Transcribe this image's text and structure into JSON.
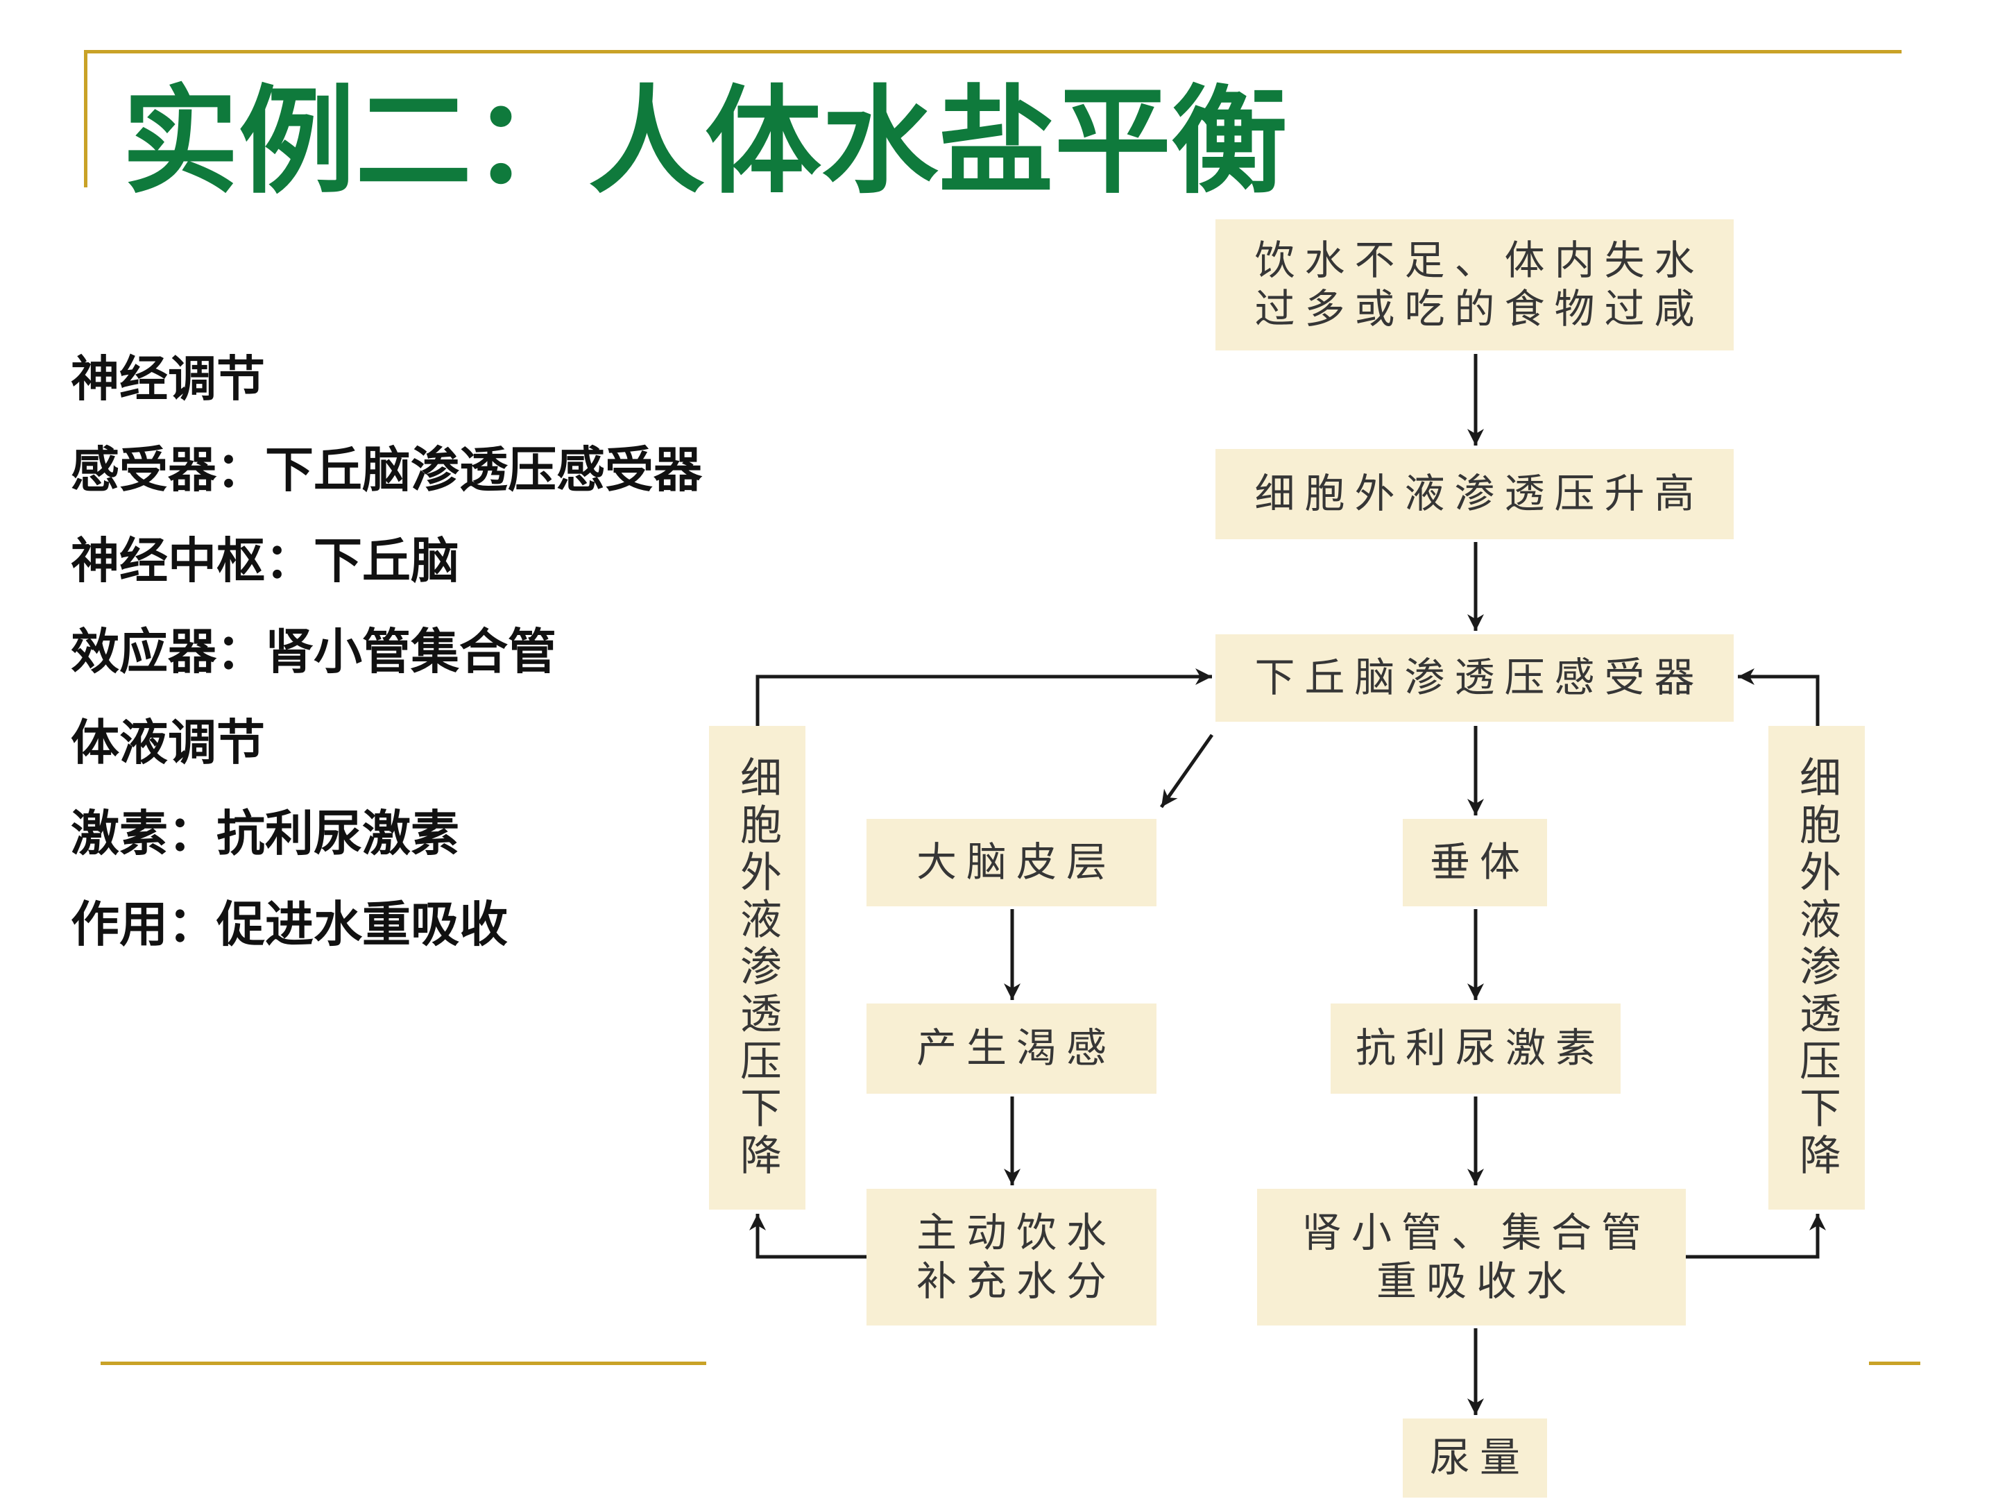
{
  "slide": {
    "title": "实例二：人体水盐平衡",
    "notes": [
      "神经调节",
      "感受器：下丘脑渗透压感受器",
      "神经中枢：下丘脑",
      "效应器：肾小管集合管",
      "体液调节",
      "激素：抗利尿激素",
      "作用：促进水重吸收"
    ]
  },
  "diagram": {
    "stimulus": [
      "饮水不足、体内失水",
      "过多或吃的食物过咸"
    ],
    "osmotic_rise": "细胞外液渗透压升高",
    "receptor": "下丘脑渗透压感受器",
    "cortex": "大脑皮层",
    "thirst": "产生渴感",
    "drink": [
      "主动饮水",
      "补充水分"
    ],
    "pituitary": "垂体",
    "adh": "抗利尿激素",
    "reabsorb": [
      "肾小管、集合管",
      "重吸收水"
    ],
    "urine": "尿量",
    "left_feedback": "细胞外液渗透压下降",
    "right_feedback": "细胞外液渗透压下降"
  },
  "colors": {
    "title": "#0f7a3c",
    "accent_line": "#c9a227",
    "box_fill": "#f8efd3",
    "box_text": "#363636",
    "arrow": "#1a1a1a"
  }
}
